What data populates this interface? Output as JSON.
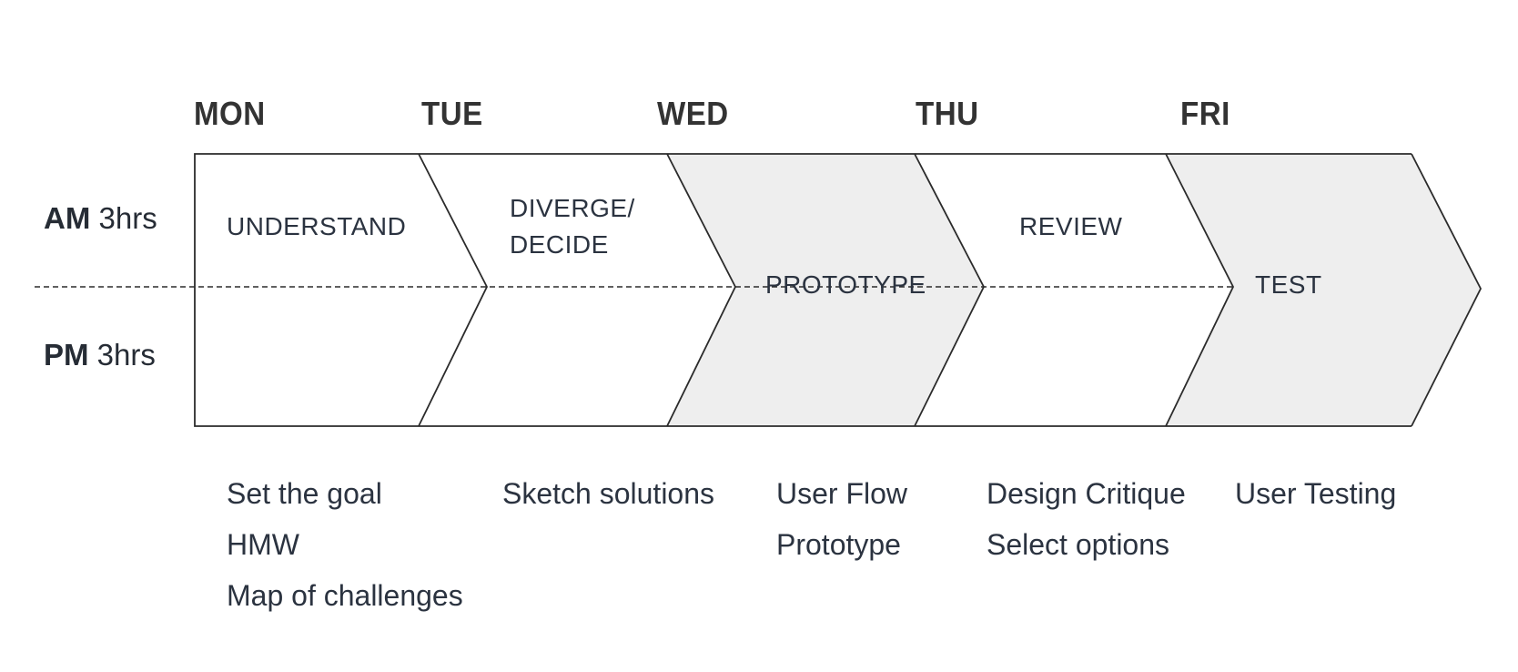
{
  "days": [
    {
      "label": "MON"
    },
    {
      "label": "TUE"
    },
    {
      "label": "WED"
    },
    {
      "label": "THU"
    },
    {
      "label": "FRI"
    }
  ],
  "rows": {
    "am": {
      "label": "AM",
      "duration": "3hrs"
    },
    "pm": {
      "label": "PM",
      "duration": "3hrs"
    }
  },
  "phases": [
    {
      "label_line1": "UNDERSTAND",
      "label_line2": "",
      "shaded": false
    },
    {
      "label_line1": "DIVERGE/",
      "label_line2": "DECIDE",
      "shaded": false
    },
    {
      "label_line1": "PROTOTYPE",
      "label_line2": "",
      "shaded": true
    },
    {
      "label_line1": "REVIEW",
      "label_line2": "",
      "shaded": false
    },
    {
      "label_line1": "TEST",
      "label_line2": "",
      "shaded": true
    }
  ],
  "activities": [
    [
      "Set the goal",
      "HMW",
      "Map of challenges"
    ],
    [
      "Sketch solutions"
    ],
    [
      "User Flow",
      "Prototype"
    ],
    [
      "Design Critique",
      "Select options"
    ],
    [
      "User Testing"
    ]
  ],
  "colors": {
    "shaded_fill": "#eeeeee",
    "line": "#2b2b2b",
    "text": "#2b3340"
  }
}
